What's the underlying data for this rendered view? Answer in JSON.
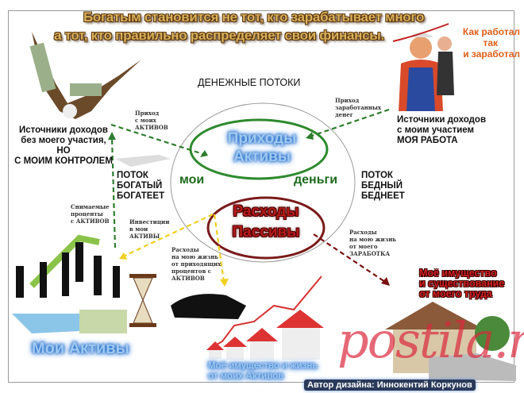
{
  "title": {
    "line1": "Богатым становится не тот,  кто зарабатывает много",
    "line2": "а тот,  кто правильно распределяет свои финансы."
  },
  "worker_caption": [
    "Как работал",
    "так",
    "и заработал"
  ],
  "heading": "ДЕНЕЖНЫЕ ПОТОКИ",
  "center": {
    "income": [
      "Приходы",
      "Активы"
    ],
    "expense": [
      "Расходы",
      "Пассивы"
    ],
    "left_word": "мои",
    "right_word": "деньги"
  },
  "left": {
    "sources": [
      "Источники доходов",
      "без моего участия,",
      "НО",
      "С МОИМ КОНТРОЛЕМ"
    ],
    "flow": [
      "ПОТОК",
      "БОГАТЫЙ",
      "БОГАТЕЕТ"
    ],
    "income_from_assets": [
      "Приход",
      "с моих",
      "АКТИВОВ"
    ],
    "withdrawn_interest": [
      "Снимаемые",
      "проценты",
      "с АКТИВОВ"
    ],
    "investments": [
      "Инвестиции",
      "в мои",
      "АКТИВЫ"
    ],
    "expenses_from_interest": [
      "Расходы",
      "на мою жизнь",
      "от приходящих",
      "процентов с",
      "АКТИВОВ"
    ],
    "assets_label": "Мои Активы",
    "property_label": [
      "Моё имущество и жизнь",
      "от моих Активов"
    ]
  },
  "right": {
    "earned_income": [
      "Приход",
      "заработанных",
      "денег"
    ],
    "sources": [
      "Источники доходов",
      "с моим участием",
      "МОЯ РАБОТА"
    ],
    "flow": [
      "ПОТОК",
      "БЕДНЫЙ",
      "БЕДНЕЕТ"
    ],
    "expenses_from_earnings": [
      "Расходы",
      "на мою жизнь",
      "от моего",
      "ЗАРАБОТКА"
    ],
    "property_label": [
      "Моё имущество",
      "и существование",
      "от моего труда"
    ]
  },
  "author": "Автор дизайна: Иннокентий Коркунов",
  "watermark": "postila.ru",
  "colors": {
    "green_flow": "#2e7d2e",
    "red_flow": "#7a1010",
    "yellow_flow": "#f0d020",
    "income_ring": "#2e8a2e",
    "expense_ring": "#7a1a1a"
  }
}
